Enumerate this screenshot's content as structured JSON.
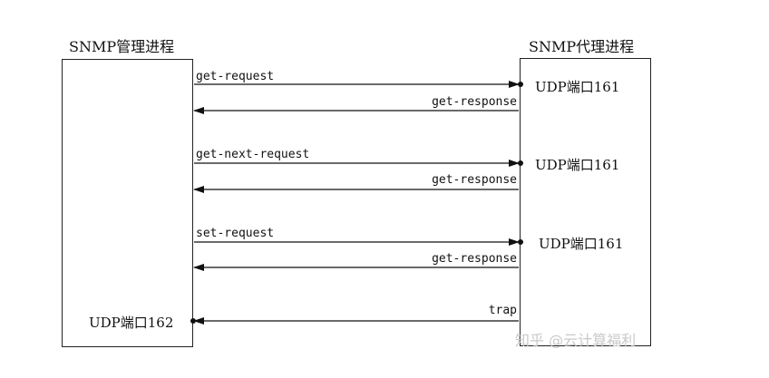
{
  "manager": {
    "title": "SNMP管理进程",
    "port": "UDP端口162"
  },
  "agent": {
    "title": "SNMP代理进程",
    "ports": [
      "UDP端口161",
      "UDP端口161",
      "UDP端口161"
    ]
  },
  "messages": [
    {
      "label": "get-request",
      "direction": "to-agent"
    },
    {
      "label": "get-response",
      "direction": "to-manager"
    },
    {
      "label": "get-next-request",
      "direction": "to-agent"
    },
    {
      "label": "get-response",
      "direction": "to-manager"
    },
    {
      "label": "set-request",
      "direction": "to-agent"
    },
    {
      "label": "get-response",
      "direction": "to-manager"
    },
    {
      "label": "trap",
      "direction": "to-manager"
    }
  ],
  "watermark": "知乎 @云计算福利"
}
